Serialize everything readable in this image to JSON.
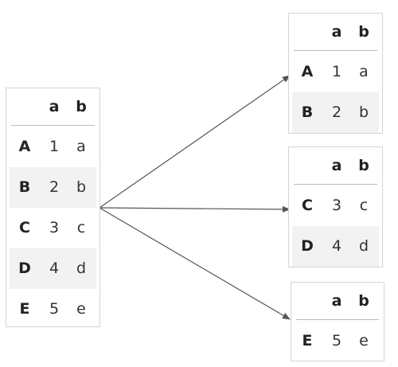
{
  "source": {
    "columns": [
      "a",
      "b"
    ],
    "rows": [
      {
        "index": "A",
        "a": "1",
        "b": "a"
      },
      {
        "index": "B",
        "a": "2",
        "b": "b"
      },
      {
        "index": "C",
        "a": "3",
        "b": "c"
      },
      {
        "index": "D",
        "a": "4",
        "b": "d"
      },
      {
        "index": "E",
        "a": "5",
        "b": "e"
      }
    ]
  },
  "chunks": [
    {
      "columns": [
        "a",
        "b"
      ],
      "rows": [
        {
          "index": "A",
          "a": "1",
          "b": "a"
        },
        {
          "index": "B",
          "a": "2",
          "b": "b"
        }
      ]
    },
    {
      "columns": [
        "a",
        "b"
      ],
      "rows": [
        {
          "index": "C",
          "a": "3",
          "b": "c"
        },
        {
          "index": "D",
          "a": "4",
          "b": "d"
        }
      ]
    },
    {
      "columns": [
        "a",
        "b"
      ],
      "rows": [
        {
          "index": "E",
          "a": "5",
          "b": "e"
        }
      ]
    }
  ],
  "colors": {
    "arrow": "#555555",
    "border": "#d4d4d4",
    "row_shade": "#f2f2f2"
  }
}
